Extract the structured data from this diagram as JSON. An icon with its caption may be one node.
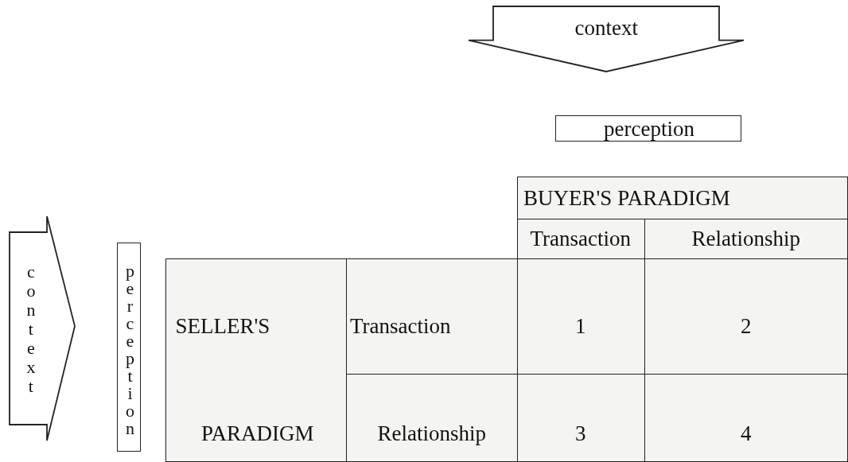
{
  "diagram": {
    "nodes": [
      {
        "text": [
          "context"
        ]
      },
      {
        "text": [
          "perception"
        ]
      },
      {
        "text": [
          "context"
        ]
      },
      {
        "text": [
          "perception"
        ]
      }
    ],
    "labels": [
      "BUYER'S PARADIGM",
      "Transaction",
      "Relationship",
      "SELLER'S",
      "Transaction",
      "1",
      "2",
      "PARADIGM",
      "Relationship",
      "3",
      "4"
    ]
  }
}
